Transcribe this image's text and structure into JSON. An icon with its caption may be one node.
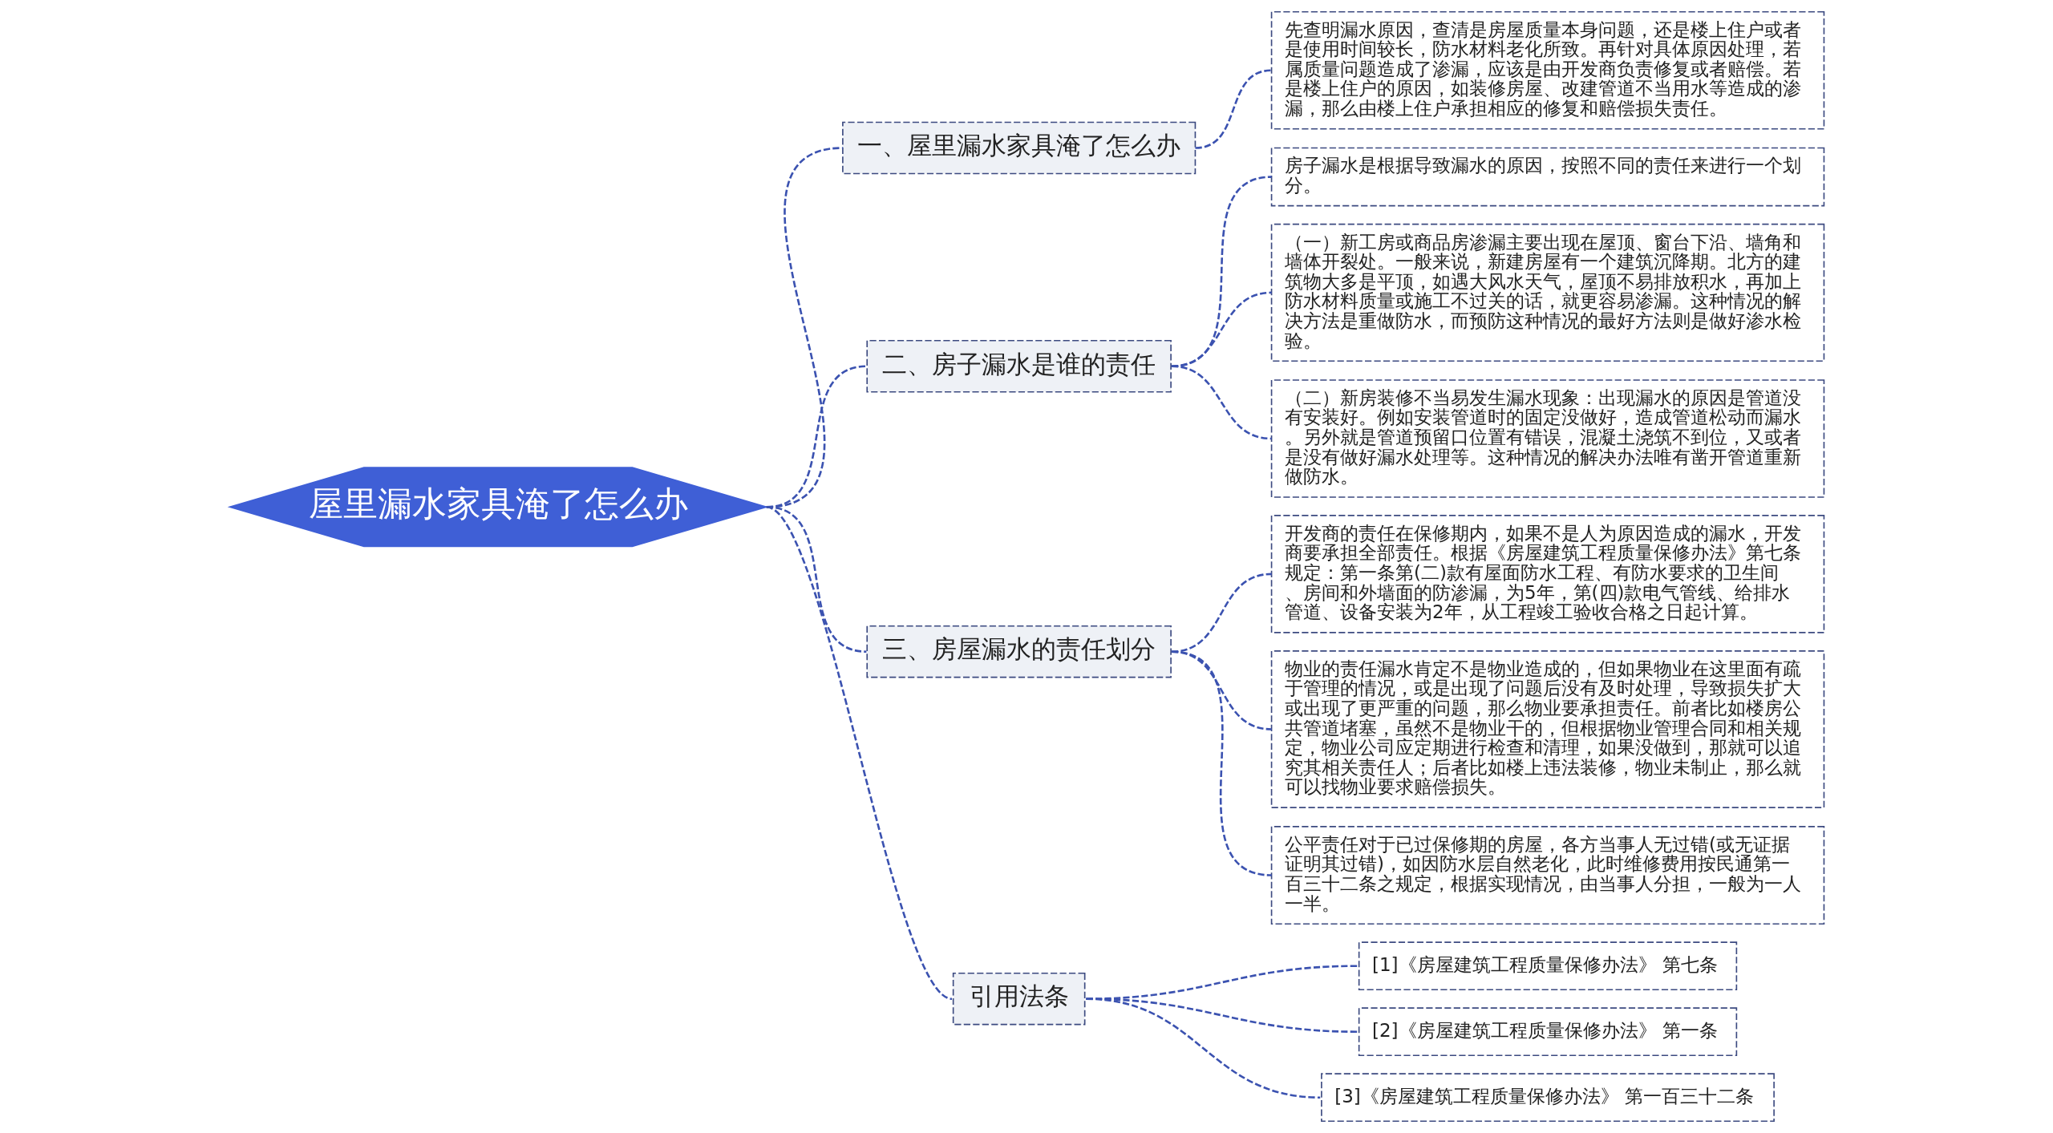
{
  "diagram": {
    "nodes": [
      {
        "text": [
          "屋里漏水家具淹了怎么办"
        ]
      },
      {
        "text": [
          "一、屋里漏水家具淹了怎么办"
        ]
      },
      {
        "text": [
          "先查明漏水原因，查清是房屋质量本身问题，还是楼上住户或者是使用时间较长，防水材料老化所致。再针对具体原因处理，若属质量问题造成了渗漏，应该是由开发商负责修复或者赔偿。若是楼上住户的原因，如装修房屋、改建管道不当用水等造成的渗漏，那么由楼上住户承担相应的修复和赔偿损失责任。"
        ]
      },
      {
        "text": [
          "二、房子漏水是谁的责任"
        ]
      },
      {
        "text": [
          "房子漏水是根据导致漏水的原因，按照不同的责任来进行一个划分。"
        ]
      },
      {
        "text": [
          "（一）新工房或商品房渗漏主要出现在屋顶、窗台下沿、墙角和墙体开裂处。一般来说，新建房屋有一个建筑沉降期。北方的建筑物大多是平顶，如遇大风水天气，屋顶不易排放积水，再加上防水材料质量或施工不过关的话，就更容易渗漏。这种情况的解决方法是重做防水，而预防这种情况的最好方法则是做好渗水检验。"
        ]
      },
      {
        "text": [
          "（二）新房装修不当易发生漏水现象：出现漏水的原因是管道没有安装好。例如安装管道时的固定没做好，造成管道松动而漏水。另外就是管道预留口位置有错误，混凝土浇筑不到位，又或者是没有做好漏水处理等。这种情况的解决办法唯有凿开管道重新做防水。"
        ]
      },
      {
        "text": [
          "三、房屋漏水的责任划分"
        ]
      },
      {
        "text": [
          "开发商的责任在保修期内，如果不是人为原因造成的漏水，开发商要承担全部责任。根据《房屋建筑工程质量保修办法》第七条规定：第一条第(二)款有屋面防水工程、有防水要求的卫生间、房间和外墙面的防渗漏，为5年，第(四)款电气管线、给排水管道、设备安装为2年，从工程竣工验收合格之日起计算。"
        ]
      },
      {
        "text": [
          "物业的责任漏水肯定不是物业造成的，但如果物业在这里面有疏于管理的情况，或是出现了问题后没有及时处理，导致损失扩大或出现了更严重的问题，那么物业要承担责任。前者比如楼房公共管道堵塞，虽然不是物业干的，但根据物业管理合同和相关规定，物业公司应定期进行检查和清理，如果没做到，那就可以追究其相关责任人；后者比如楼上违法装修，物业未制止，那么就可以找物业要求赔偿损失。"
        ]
      },
      {
        "text": [
          "公平责任对于已过保修期的房屋，各方当事人无过错(或无证据证明其过错)，如因防水层自然老化，此时维修费用按民通第一百三十二条之规定，根据实现情况，由当事人分担，一般为一人一半。"
        ]
      },
      {
        "text": [
          "引用法条"
        ]
      },
      {
        "text": [
          "[1]《房屋建筑工程质量保修办法》 第七条"
        ]
      },
      {
        "text": [
          "[2]《房屋建筑工程质量保修办法》 第一条"
        ]
      },
      {
        "text": [
          "[3]《房屋建筑工程质量保修办法》 第一百三十二条"
        ]
      }
    ],
    "edges": [
      {
        "from": 0,
        "to": 1,
        "arrow": "none",
        "style": "dashed"
      },
      {
        "from": 1,
        "to": 2,
        "arrow": "none",
        "style": "dashed"
      },
      {
        "from": 0,
        "to": 3,
        "arrow": "none",
        "style": "dashed"
      },
      {
        "from": 3,
        "to": 4,
        "arrow": "none",
        "style": "dashed"
      },
      {
        "from": 3,
        "to": 5,
        "arrow": "none",
        "style": "dashed"
      },
      {
        "from": 3,
        "to": 6,
        "arrow": "none",
        "style": "dashed"
      },
      {
        "from": 0,
        "to": 7,
        "arrow": "none",
        "style": "dashed"
      },
      {
        "from": 7,
        "to": 8,
        "arrow": "none",
        "style": "dashed"
      },
      {
        "from": 7,
        "to": 9,
        "arrow": "none",
        "style": "dashed"
      },
      {
        "from": 7,
        "to": 10,
        "arrow": "none",
        "style": "dashed"
      },
      {
        "from": 0,
        "to": 11,
        "arrow": "none",
        "style": "dashed"
      },
      {
        "from": 11,
        "to": 12,
        "arrow": "none",
        "style": "dashed"
      },
      {
        "from": 11,
        "to": 13,
        "arrow": "none",
        "style": "dashed"
      },
      {
        "from": 11,
        "to": 14,
        "arrow": "none",
        "style": "dashed"
      }
    ]
  }
}
